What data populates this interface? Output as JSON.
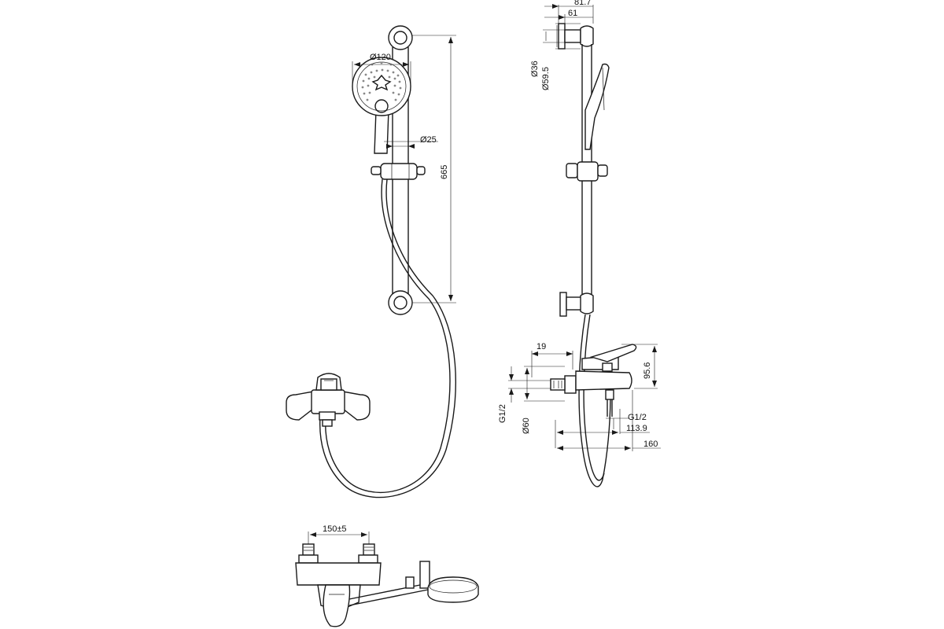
{
  "dimensions": {
    "head_diameter": "Ø120",
    "rail_diameter": "Ø25",
    "rail_length": "665",
    "wall_offset": "81.7",
    "bracket_offset": "61",
    "bracket_inner_diameter": "Ø36",
    "bracket_outer_diameter": "Ø59.5",
    "mixer_depth_a": "19",
    "mixer_height": "95.6",
    "thread_left": "G1/2",
    "flange_diameter": "Ø60",
    "thread_right": "G1/2",
    "mixer_depth_b": "113.9",
    "mixer_depth_c": "160",
    "inlet_spacing": "150±5"
  }
}
